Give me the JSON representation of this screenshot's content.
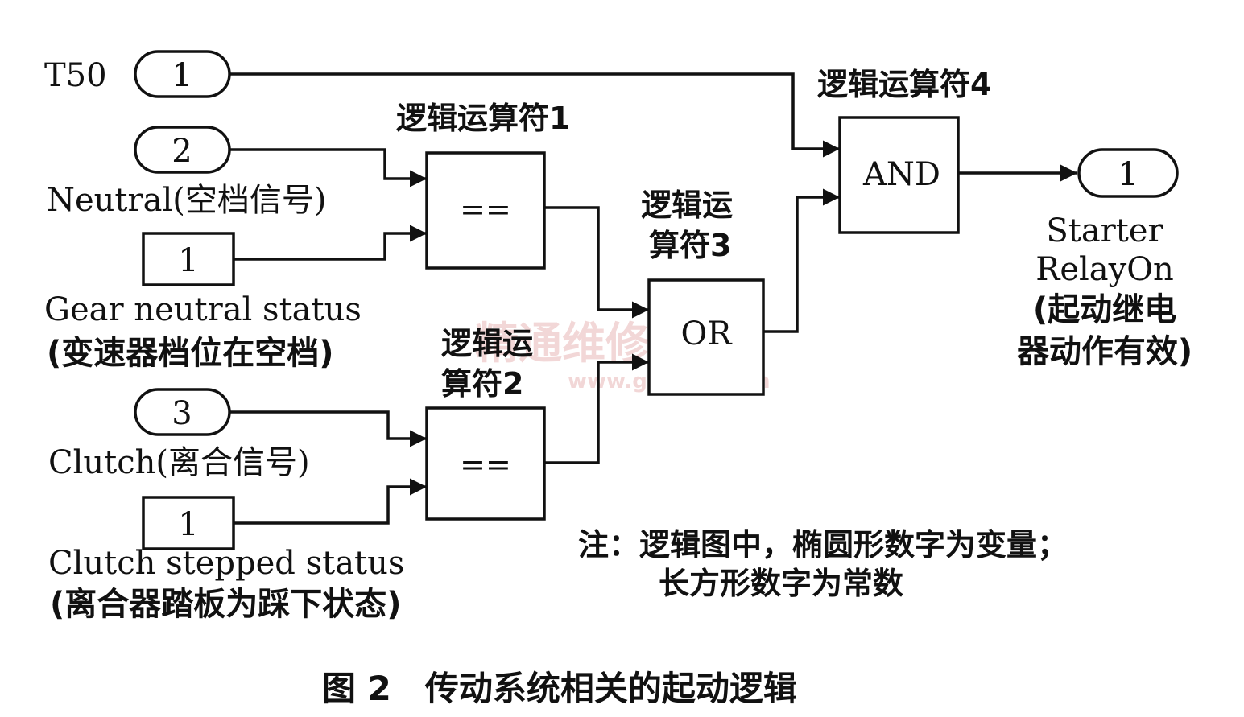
{
  "inputs": {
    "t50": {
      "label": "T50",
      "number": "1"
    },
    "neutral": {
      "label": "Neutral(空档信号)",
      "number": "2"
    },
    "gear_status": {
      "label_line1": "Gear neutral status",
      "label_line2": "(变速器档位在空档)",
      "constant": "1"
    },
    "clutch": {
      "label": "Clutch(离合信号)",
      "number": "3"
    },
    "clutch_status": {
      "label_line1": "Clutch stepped status",
      "label_line2": "(离合器踏板为踩下状态)",
      "constant": "1"
    }
  },
  "operators": {
    "op1": {
      "title": "逻辑运算符1",
      "symbol": "=="
    },
    "op2": {
      "title_line1": "逻辑运",
      "title_line2": "算符2",
      "symbol": "=="
    },
    "op3": {
      "title_line1": "逻辑运",
      "title_line2": "算符3",
      "symbol": "OR"
    },
    "op4": {
      "title": "逻辑运算符4",
      "symbol": "AND"
    }
  },
  "output": {
    "number": "1",
    "label_line1": "Starter",
    "label_line2": "RelayOn",
    "label_line3": "(起动继电",
    "label_line4": "器动作有效)"
  },
  "note": {
    "line1": "注：逻辑图中，椭圆形数字为变量；",
    "line2": "长方形数字为常数"
  },
  "caption": "图 2　传动系统相关的起动逻辑",
  "watermark": {
    "cn": "精通维修下载",
    "url": "www.gzweix.com"
  }
}
